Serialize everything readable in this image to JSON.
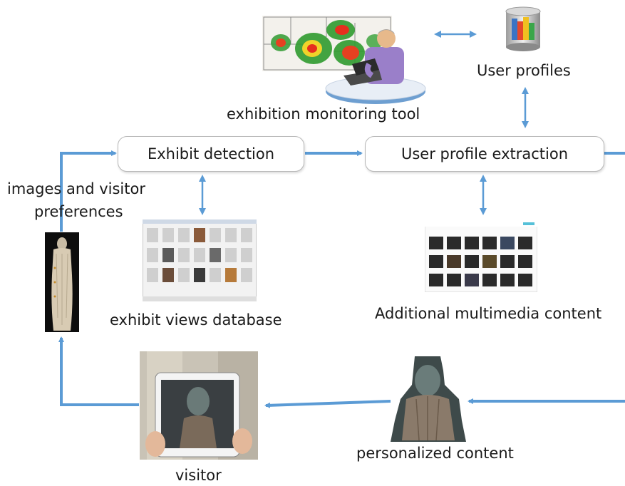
{
  "labels": {
    "monitoring_tool": "exhibition monitoring tool",
    "user_profiles": "User profiles",
    "images_prefs_line1": "images and visitor",
    "images_prefs_line2": "preferences",
    "exhibit_views_db": "exhibit views database",
    "additional_multimedia": "Additional multimedia content",
    "personalized_content": "personalized content",
    "visitor": "visitor"
  },
  "boxes": {
    "exhibit_detection": "Exhibit detection",
    "user_profile_extraction": "User profile extraction"
  },
  "colors": {
    "arrow": "#5b9bd5",
    "box_border": "#b8b8b8"
  },
  "icons": [
    "heatmap-floorplan-icon",
    "person-at-laptop-icon",
    "database-icon",
    "kore-statue-photo",
    "exhibit-views-screenshot",
    "multimedia-grid-screenshot",
    "tablet-visitor-photo",
    "personalized-kore-photo"
  ]
}
